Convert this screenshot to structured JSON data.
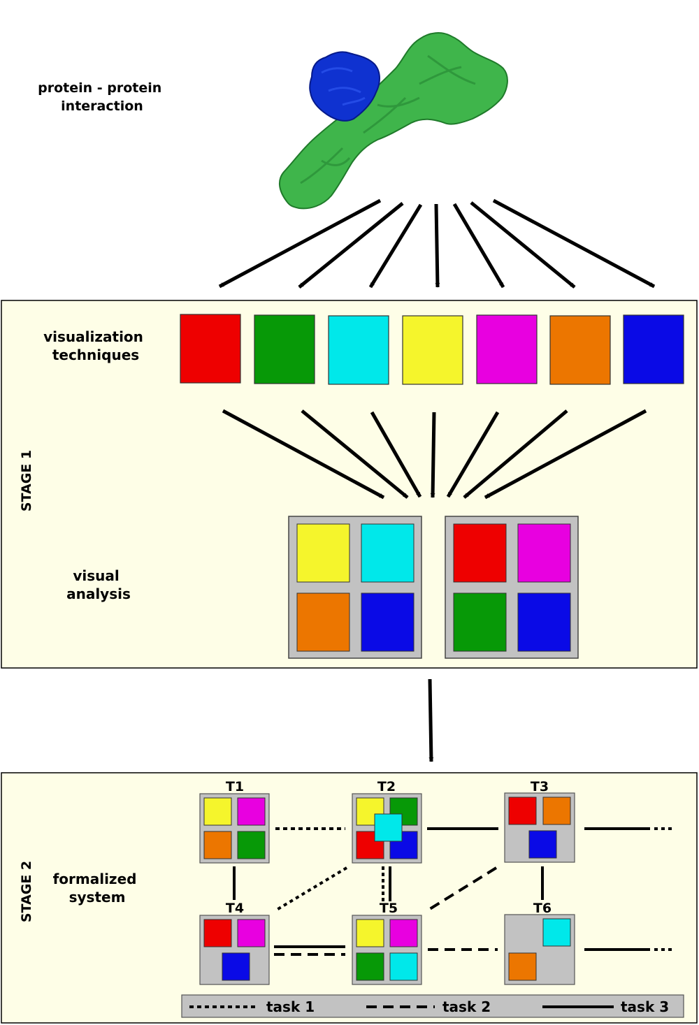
{
  "colors": {
    "red": "#ee0000",
    "green": "#079907",
    "cyan": "#00e8ea",
    "yellow": "#f5f52c",
    "magenta": "#e800e0",
    "orange": "#ec7600",
    "blue": "#0a0ae6",
    "stage_bg": "#fefee7",
    "panel_gray": "#c2c2c2",
    "protein_green": "#3fb54b",
    "protein_blue": "#0f32d0"
  },
  "intro": {
    "label_line1": "protein - protein",
    "label_line2": "interaction"
  },
  "stage1": {
    "label": "STAGE 1",
    "techniques_line1": "visualization",
    "techniques_line2": "techniques",
    "analysis_line1": "visual",
    "analysis_line2": "analysis"
  },
  "stage2": {
    "label": "STAGE 2",
    "system_line1": "formalized",
    "system_line2": "system",
    "nodes": [
      "T1",
      "T2",
      "T3",
      "T4",
      "T5",
      "T6"
    ]
  },
  "legend": {
    "task1": "task 1",
    "task2": "task 2",
    "task3": "task 3"
  }
}
